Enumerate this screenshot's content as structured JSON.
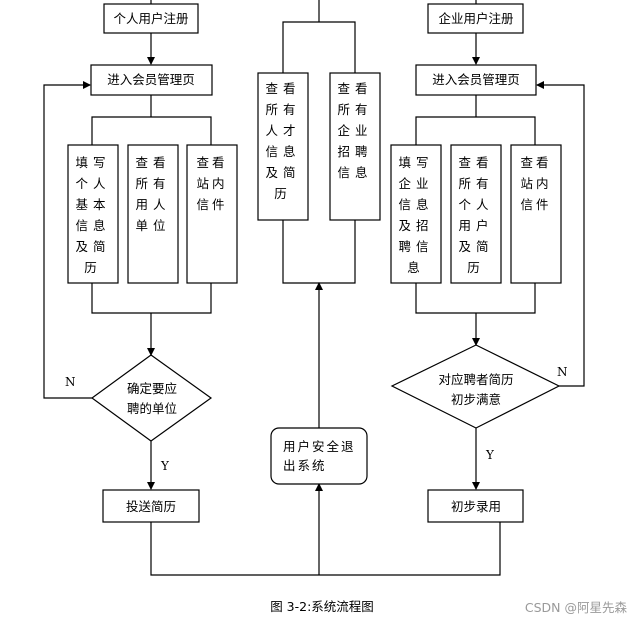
{
  "nodes": {
    "personal_register": "个人用户注册",
    "enterprise_register": "企业用户注册",
    "left_member_page": "进入会员管理页",
    "right_member_page": "进入会员管理页",
    "fill_personal_info": [
      "填写",
      "个人",
      "基本",
      "信息",
      "及简",
      "历"
    ],
    "view_all_employers": [
      "查看",
      "所有",
      "用人",
      "单位"
    ],
    "left_view_inbox": [
      "查看",
      "站内",
      "信件"
    ],
    "view_talent_info": [
      "查看",
      "所有",
      "人才",
      "信息",
      "及简",
      "历"
    ],
    "view_enterprise_jobs": [
      "查看",
      "所有",
      "企业",
      "招聘",
      "信息"
    ],
    "fill_enterprise_info": [
      "填写",
      "企业",
      "信息",
      "及招",
      "聘信",
      "息"
    ],
    "view_personal_resumes": [
      "查看",
      "所有",
      "个人",
      "用户",
      "及简",
      "历"
    ],
    "right_view_inbox": [
      "查看",
      "站内",
      "信件"
    ],
    "decision_left": [
      "确定要应",
      "聘的单位"
    ],
    "decision_right": [
      "对应聘者简历",
      "初步满意"
    ],
    "safe_logout": [
      "用户安全退",
      "出系统"
    ],
    "submit_resume": "投送简历",
    "initial_hire": "初步录用"
  },
  "edges": {
    "left_no": "N",
    "left_yes": "Y",
    "right_no": "N",
    "right_yes": "Y"
  },
  "caption": "图 3-2:系统流程图",
  "watermark": "CSDN @阿星先森"
}
